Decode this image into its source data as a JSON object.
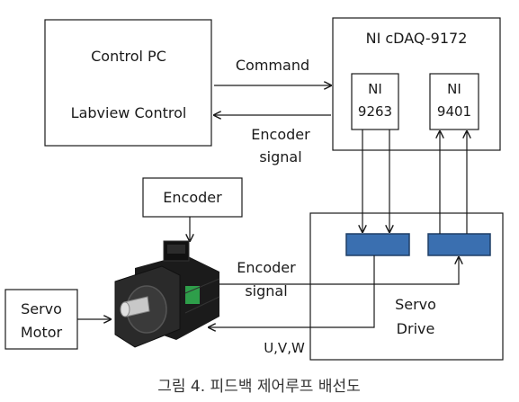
{
  "boxes": {
    "control_pc": {
      "line1": "Control PC",
      "line2": "Labview Control"
    },
    "cdaq": {
      "title": "NI cDAQ-9172"
    },
    "ni9263": {
      "line1": "NI",
      "line2": "9263"
    },
    "ni9401": {
      "line1": "NI",
      "line2": "9401"
    },
    "encoder": {
      "label": "Encoder"
    },
    "servo_drive": {
      "line1": "Servo",
      "line2": "Drive"
    },
    "servo_motor": {
      "line1": "Servo",
      "line2": "Motor"
    }
  },
  "arrows": {
    "command": "Command",
    "encoder_signal_top": {
      "line1": "Encoder",
      "line2": "signal"
    },
    "encoder_signal_mid": {
      "line1": "Encoder",
      "line2": "signal"
    },
    "uvw": "U,V,W"
  },
  "caption": "그림 4. 피드백 제어루프 배선도",
  "colors": {
    "line": "#1a1a1a",
    "drive_block_fill": "#3a6fb0",
    "drive_block_stroke": "#1f3f66",
    "motor_body": "#1b1b1b",
    "motor_shaft": "#c8c8c8",
    "motor_label": "#2e9e4a"
  }
}
